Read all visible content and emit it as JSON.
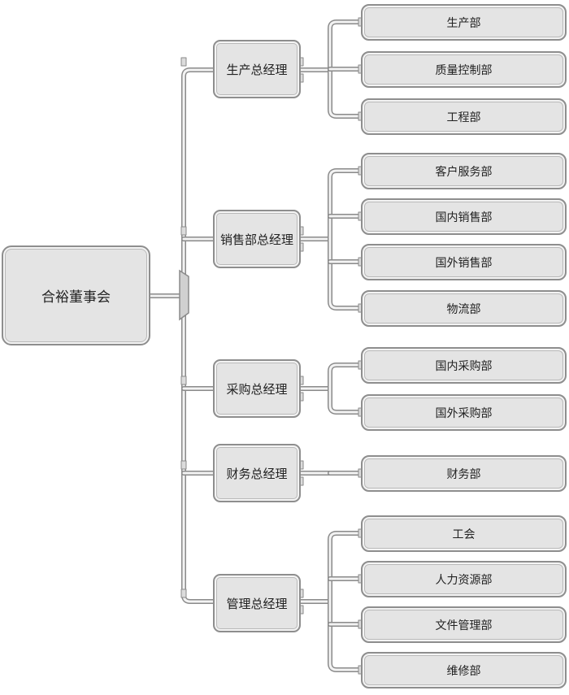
{
  "root": {
    "label": "合裕董事会"
  },
  "managers": [
    {
      "label": "生产总经理",
      "departments": [
        "生产部",
        "质量控制部",
        "工程部"
      ]
    },
    {
      "label": "销售部总经理",
      "departments": [
        "客户服务部",
        "国内销售部",
        "国外销售部",
        "物流部"
      ]
    },
    {
      "label": "采购总经理",
      "departments": [
        "国内采购部",
        "国外采购部"
      ]
    },
    {
      "label": "财务总经理",
      "departments": [
        "财务部"
      ]
    },
    {
      "label": "管理总经理",
      "departments": [
        "工会",
        "人力资源部",
        "文件管理部",
        "维修部"
      ]
    }
  ]
}
